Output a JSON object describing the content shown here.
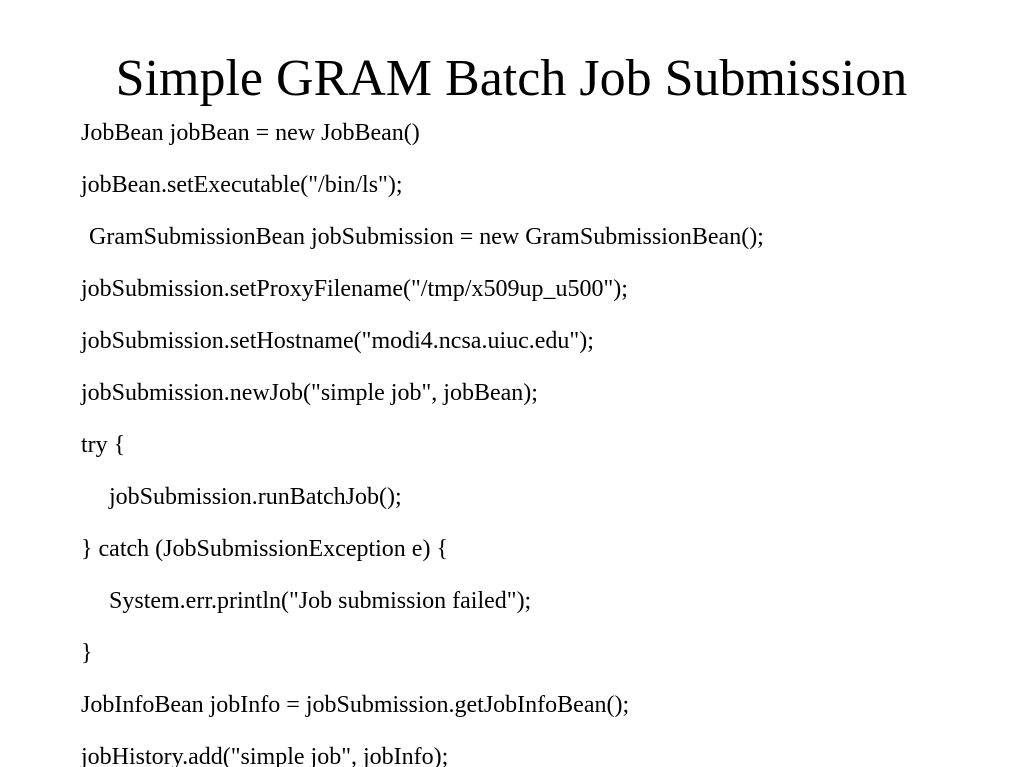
{
  "slide": {
    "title": "Simple GRAM Batch Job Submission",
    "code_lines": [
      "JobBean jobBean = new JobBean()",
      "jobBean.setExecutable(\"/bin/ls\");",
      "GramSubmissionBean jobSubmission = new GramSubmissionBean();",
      "jobSubmission.setProxyFilename(\"/tmp/x509up_u500\");",
      "jobSubmission.setHostname(\"modi4.ncsa.uiuc.edu\");",
      "jobSubmission.newJob(\"simple job\", jobBean);",
      "try {",
      "jobSubmission.runBatchJob();",
      "} catch (JobSubmissionException e) {",
      "System.err.println(\"Job submission failed\");",
      "}",
      "JobInfoBean jobInfo = jobSubmission.getJobInfoBean();",
      "jobHistory.add(\"simple job\", jobInfo);"
    ]
  }
}
